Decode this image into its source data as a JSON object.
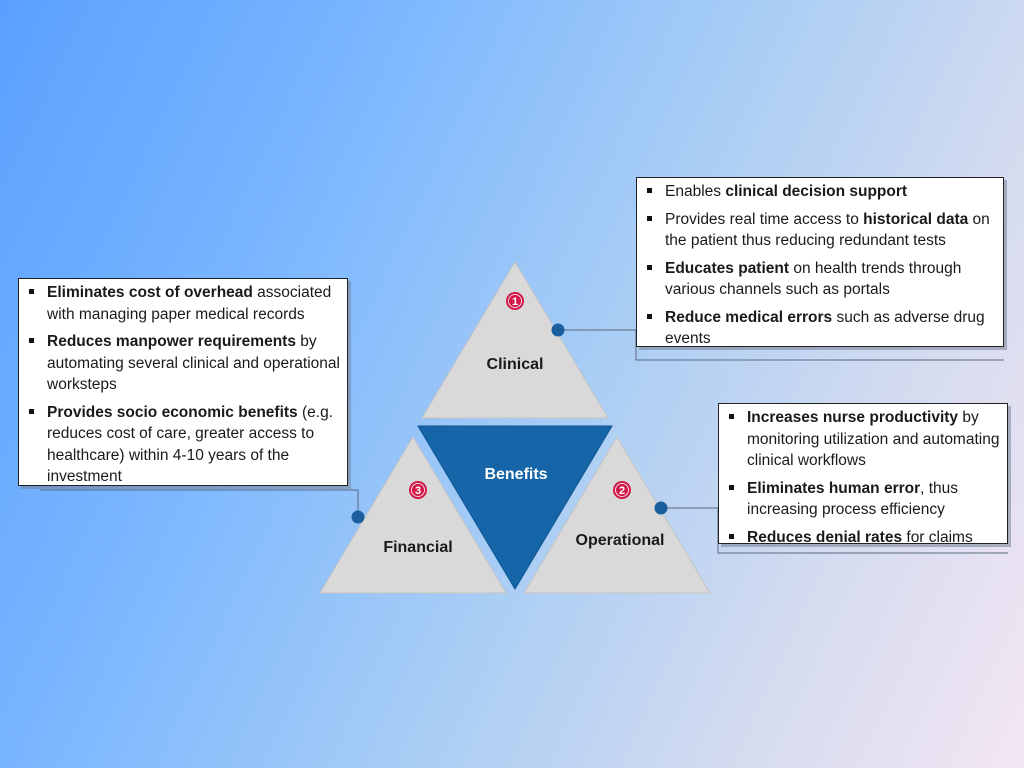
{
  "diagram": {
    "center_label": "Benefits",
    "segments": [
      {
        "key": "clinical",
        "label": "Clinical",
        "number": "1"
      },
      {
        "key": "operational",
        "label": "Operational",
        "number": "2"
      },
      {
        "key": "financial",
        "label": "Financial",
        "number": "3"
      }
    ]
  },
  "boxes": {
    "clinical": [
      {
        "pre": "Enables ",
        "bold": "clinical decision support",
        "post": ""
      },
      {
        "pre": "Provides real time access to ",
        "bold": "historical data",
        "post": " on the patient thus reducing redundant tests"
      },
      {
        "pre": "",
        "bold": "Educates patient",
        "post": " on health trends through various channels such as portals"
      },
      {
        "pre": "",
        "bold": "Reduce medical errors",
        "post": " such as adverse drug events"
      }
    ],
    "financial": [
      {
        "pre": "",
        "bold": "Eliminates cost of overhead",
        "post": " associated with managing paper medical records"
      },
      {
        "pre": "",
        "bold": "Reduces manpower requirements",
        "post": " by automating several clinical and operational worksteps"
      },
      {
        "pre": "",
        "bold": "Provides socio economic benefits",
        "post": " (e.g. reduces cost of care, greater access to healthcare) within 4-10 years of the investment"
      }
    ],
    "operational": [
      {
        "pre": "",
        "bold": "Increases nurse productivity",
        "post": " by monitoring utilization and automating clinical workflows"
      },
      {
        "pre": "",
        "bold": "Eliminates human error",
        "post": ", thus increasing process efficiency"
      },
      {
        "pre": "",
        "bold": "Reduces denial rates",
        "post": " for claims"
      }
    ]
  },
  "colors": {
    "triangle_fill": "#d9d9d9",
    "center_fill": "#1565a8",
    "number_badge": "#d11a4a",
    "connector_dot": "#1a5e9e"
  }
}
